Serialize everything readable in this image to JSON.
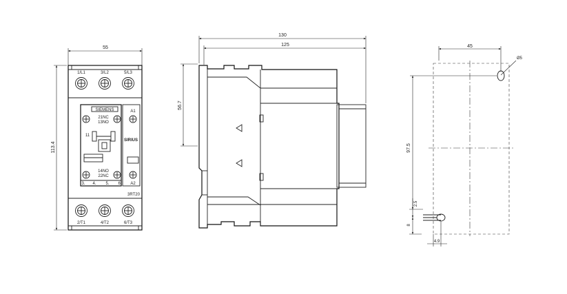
{
  "front_view": {
    "width_dim": "55",
    "height_dim": "113.4",
    "top_terminals": [
      "1/L1",
      "3/L2",
      "5/L3"
    ],
    "bottom_terminals": [
      "2/T1",
      "4/T2",
      "6/T3"
    ],
    "brand": "SIEMENS",
    "product_name": "SIRIUS",
    "model": "3RT20",
    "coil_top": "A1",
    "coil_bottom": "A2",
    "aux_top_a": "21NC",
    "aux_top_b": "13NO",
    "aux_bottom_a": "14NO",
    "aux_bottom_b": "22NC",
    "aux_pos": "11",
    "aux_row": [
      "3.",
      "4.",
      "5."
    ],
    "aux_side": "6."
  },
  "side_view": {
    "overall_dim": "130",
    "body_dim": "125",
    "height_dim": "56.7"
  },
  "mounting_view": {
    "hole_spacing_h": "45",
    "hole_diameter": "Ø5",
    "hole_spacing_v": "97.5",
    "dim_a": "2.5",
    "dim_b": "8",
    "dim_c": "4.9"
  }
}
